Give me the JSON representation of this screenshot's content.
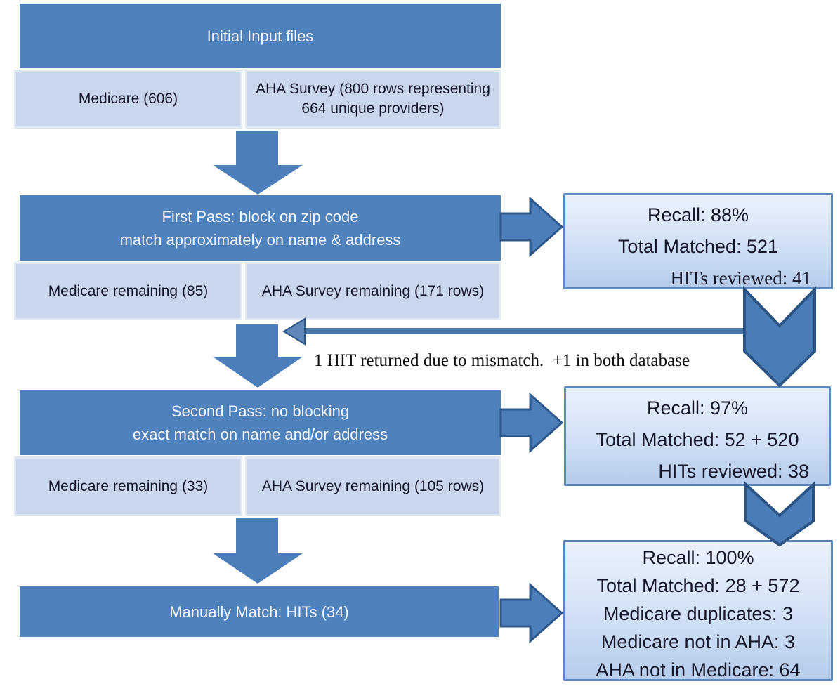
{
  "colors": {
    "stage_header_fill": "#4F81BD",
    "cell_fill": "#C9D6EB",
    "cell_border": "#E0E8F4",
    "arrow_fill": "#4C7EBB",
    "arrow_outline": "#2E578A",
    "result_box_border": "#5C88C1",
    "result_box_gradient_top": "#EAF1FC",
    "result_box_gradient_bottom": "#B5CCEC",
    "return_line": "#4A76A8",
    "text_dark": "#16162A",
    "text_light": "#F2F6FB"
  },
  "flow": {
    "stage1": {
      "title": "Initial Input files",
      "left_cell": "Medicare (606)",
      "right_cell": "AHA Survey (800 rows representing 664 unique providers)"
    },
    "stage2": {
      "title_line1": "First Pass: block on zip code",
      "title_line2": "match approximately on name & address",
      "left_cell": "Medicare remaining (85)",
      "right_cell": "AHA Survey remaining (171 rows)"
    },
    "stage3": {
      "title_line1": "Second Pass: no blocking",
      "title_line2": "exact match on name and/or address",
      "left_cell": "Medicare remaining (33)",
      "right_cell": "AHA Survey remaining (105 rows)"
    },
    "stage4": {
      "title": "Manually Match: HITs (34)"
    }
  },
  "results": [
    {
      "lines": [
        "Recall: 88%",
        "Total Matched: 521",
        "HITs reviewed: 41"
      ]
    },
    {
      "lines": [
        "Recall: 97%",
        "Total Matched: 52 + 520",
        "HITs reviewed: 38"
      ]
    },
    {
      "lines": [
        "Recall: 100%",
        "Total Matched: 28 + 572",
        "Medicare duplicates: 3",
        "Medicare not in AHA: 3",
        "AHA not in Medicare: 64"
      ]
    }
  ],
  "annotation": "1 HIT returned due to mismatch.  +1 in both database"
}
